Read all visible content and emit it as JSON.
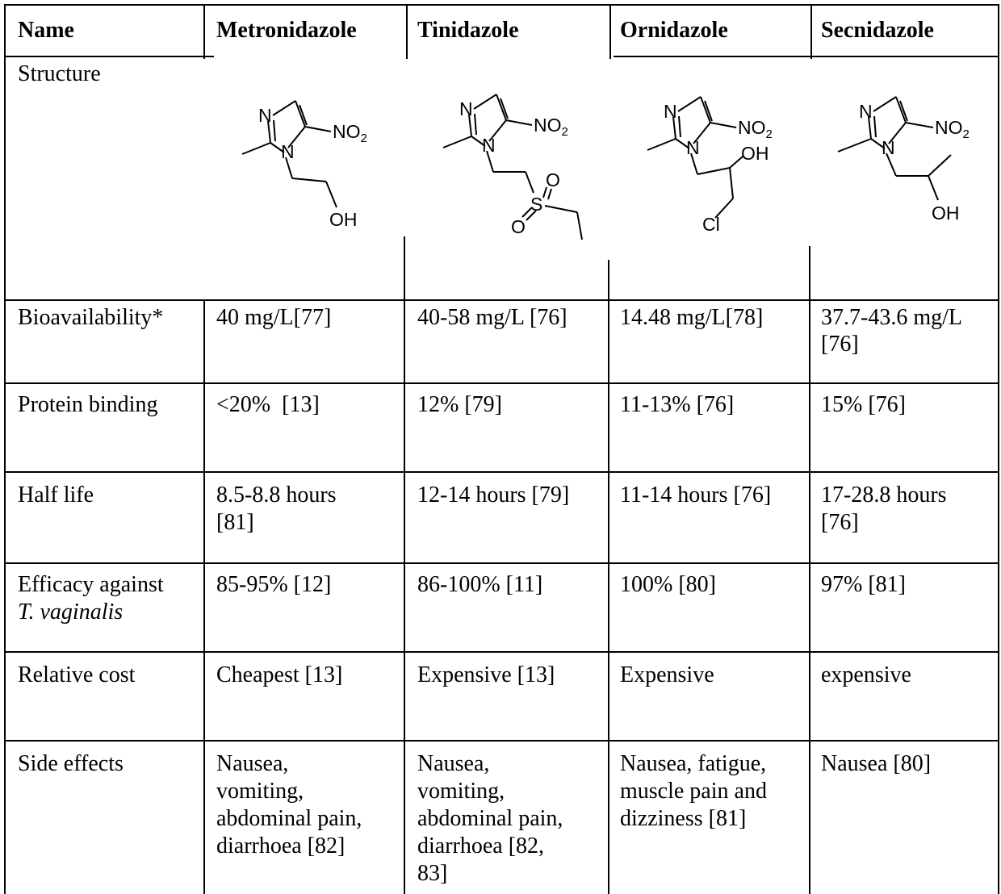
{
  "table": {
    "headers": [
      "Name",
      "Metronidazole",
      "Tinidazole",
      "Ornidazole",
      "Secnidazole"
    ],
    "structure_label": "Structure",
    "structures": [
      {
        "n": "N",
        "no2": "NO",
        "sub": "2",
        "extra": [
          "OH"
        ]
      },
      {
        "n": "N",
        "no2": "NO",
        "sub": "2",
        "extra": [
          "S",
          "O",
          "O"
        ]
      },
      {
        "n": "N",
        "no2": "NO",
        "sub": "2",
        "extra": [
          "OH",
          "Cl"
        ]
      },
      {
        "n": "N",
        "no2": "NO",
        "sub": "2",
        "extra": [
          "OH"
        ]
      }
    ],
    "rows": [
      {
        "label": "Bioavailability*",
        "cells": [
          "40 mg/L[77]",
          "40-58 mg/L [76]",
          "14.48 mg/L[78]",
          "37.7-43.6 mg/L",
          "[76]"
        ]
      },
      {
        "label": "Protein binding",
        "cells": [
          "<20%  [13]",
          "12% [79]",
          "11-13% [76]",
          "15% [76]"
        ]
      },
      {
        "label": "Half life",
        "cells": [
          "8.5-8.8 hours",
          "[81]",
          "12-14 hours [79]",
          "11-14 hours [76]",
          "17-28.8 hours",
          "[76]"
        ]
      },
      {
        "label": "Efficacy against",
        "label2": "T. vaginalis",
        "cells": [
          "85-95% [12]",
          "86-100% [11]",
          "100% [80]",
          "97% [81]"
        ]
      },
      {
        "label": "Relative cost",
        "cells": [
          "Cheapest [13]",
          "Expensive [13]",
          "Expensive",
          "expensive"
        ]
      },
      {
        "label": "Side effects",
        "c1": [
          "Nausea,",
          "vomiting,",
          "abdominal pain,",
          "diarrhoea [82]"
        ],
        "c2": [
          "Nausea,",
          "vomiting,",
          "abdominal pain,",
          "diarrhoea [82,",
          "83]"
        ],
        "c3": [
          "Nausea, fatigue,",
          "muscle pain and",
          "dizziness [81]"
        ],
        "c4": [
          "Nausea [80]"
        ]
      }
    ]
  }
}
